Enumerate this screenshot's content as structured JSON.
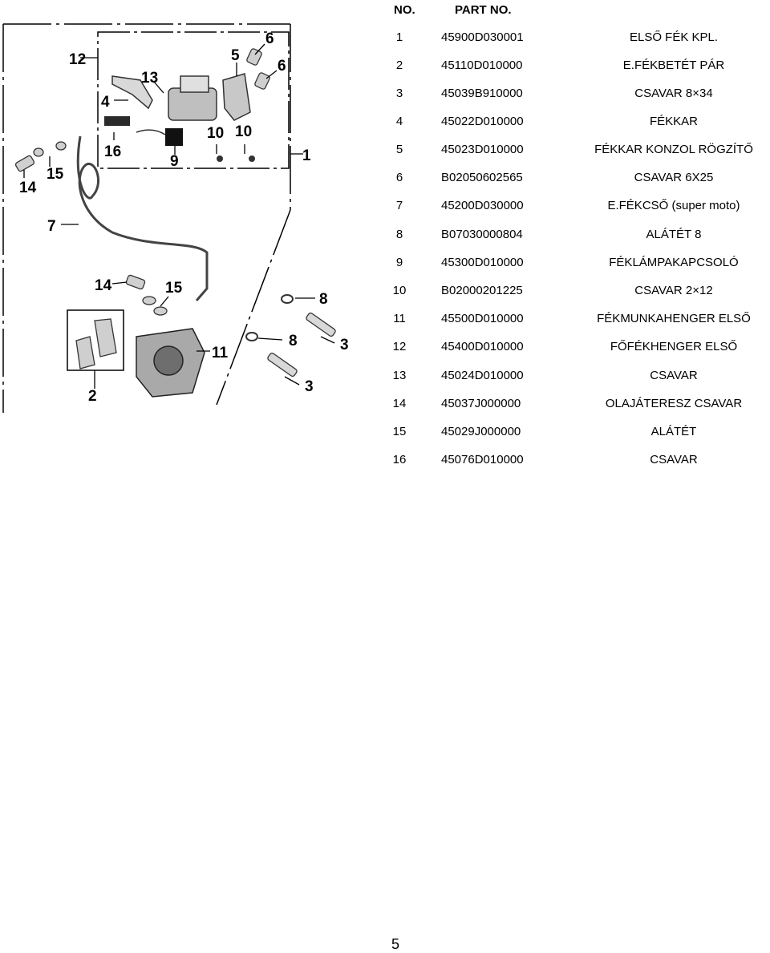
{
  "table": {
    "headers": {
      "no": "NO.",
      "part_no": "PART NO."
    },
    "rows": [
      {
        "no": "1",
        "part_no": "45900D030001",
        "description": "ELSŐ FÉK KPL."
      },
      {
        "no": "2",
        "part_no": "45110D010000",
        "description": "E.FÉKBETÉT PÁR"
      },
      {
        "no": "3",
        "part_no": "45039B910000",
        "description": "CSAVAR 8×34"
      },
      {
        "no": "4",
        "part_no": "45022D010000",
        "description": "FÉKKAR"
      },
      {
        "no": "5",
        "part_no": "45023D010000",
        "description": "FÉKKAR KONZOL RÖGZÍTŐ"
      },
      {
        "no": "6",
        "part_no": "B02050602565",
        "description": "CSAVAR 6X25"
      },
      {
        "no": "7",
        "part_no": "45200D030000",
        "description": "E.FÉKCSŐ (super moto)"
      },
      {
        "no": "8",
        "part_no": "B07030000804",
        "description": "ALÁTÉT 8"
      },
      {
        "no": "9",
        "part_no": "45300D010000",
        "description": "FÉKLÁMPAKAPCSOLÓ"
      },
      {
        "no": "10",
        "part_no": "B02000201225",
        "description": "CSAVAR 2×12"
      },
      {
        "no": "11",
        "part_no": "45500D010000",
        "description": "FÉKMUNKAHENGER ELSŐ"
      },
      {
        "no": "12",
        "part_no": "45400D010000",
        "description": "FŐFÉKHENGER ELSŐ"
      },
      {
        "no": "13",
        "part_no": "45024D010000",
        "description": "CSAVAR"
      },
      {
        "no": "14",
        "part_no": "45037J000000",
        "description": "OLAJÁTERESZ CSAVAR"
      },
      {
        "no": "15",
        "part_no": "45029J000000",
        "description": "ALÁTÉT"
      },
      {
        "no": "16",
        "part_no": "45076D010000",
        "description": "CSAVAR"
      }
    ]
  },
  "diagram": {
    "callouts": {
      "c1": "1",
      "c2": "2",
      "c3a": "3",
      "c3b": "3",
      "c4": "4",
      "c5": "5",
      "c6a": "6",
      "c6b": "6",
      "c7": "7",
      "c8a": "8",
      "c8b": "8",
      "c9": "9",
      "c10a": "10",
      "c10b": "10",
      "c11": "11",
      "c12": "12",
      "c13": "13",
      "c14a": "14",
      "c14b": "14",
      "c15a": "15",
      "c15b": "15",
      "c16": "16"
    }
  },
  "footer": {
    "page_number": "5"
  }
}
